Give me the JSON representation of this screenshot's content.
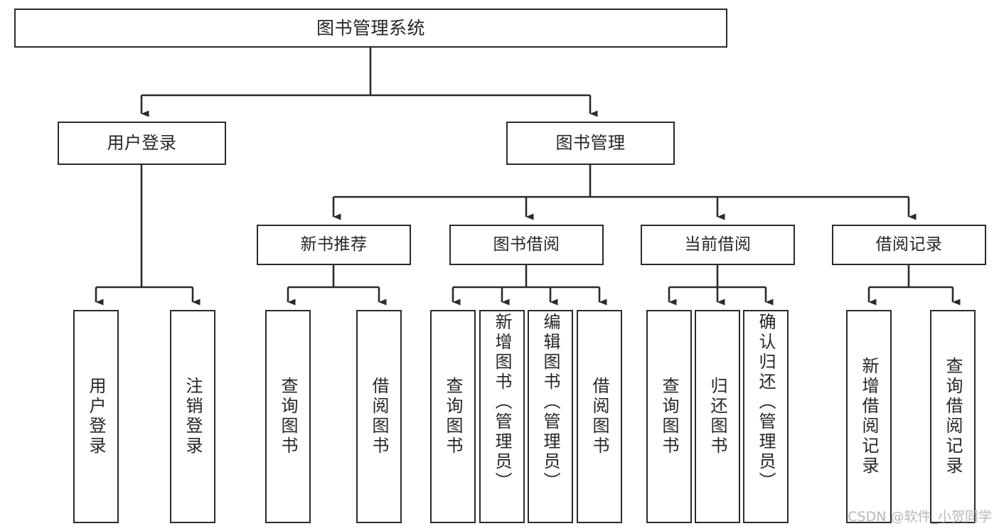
{
  "diagram": {
    "title": "图书管理系统",
    "type": "tree-hierarchy",
    "orientation": "top-down",
    "colors": {
      "box_border": "#2b2b2b",
      "box_fill": "#ffffff",
      "connector": "#2b2b2b",
      "text": "#262626",
      "watermark": "#b7b7b7",
      "background": "#ffffff"
    }
  },
  "root": {
    "label": "图书管理系统"
  },
  "level2": [
    {
      "label": "用户登录"
    },
    {
      "label": "图书管理"
    }
  ],
  "level3": [
    {
      "label": "新书推荐"
    },
    {
      "label": "图书借阅"
    },
    {
      "label": "当前借阅"
    },
    {
      "label": "借阅记录"
    }
  ],
  "leaves": {
    "user_login": [
      {
        "label": "用户登录"
      },
      {
        "label": "注销登录"
      }
    ],
    "new_book_recommend": [
      {
        "label": "查询图书"
      },
      {
        "label": "借阅图书"
      }
    ],
    "book_borrow": [
      {
        "label": "查询图书"
      },
      {
        "label": "新增图书（管理员）"
      },
      {
        "label": "编辑图书（管理员）"
      },
      {
        "label": "借阅图书"
      }
    ],
    "current_borrow": [
      {
        "label": "查询图书"
      },
      {
        "label": "归还图书"
      },
      {
        "label": "确认归还（管理员）"
      }
    ],
    "borrow_record": [
      {
        "label": "新增借阅记录"
      },
      {
        "label": "查询借阅记录"
      }
    ]
  },
  "watermark": {
    "text": "CSDN @软件_小贺同学"
  }
}
